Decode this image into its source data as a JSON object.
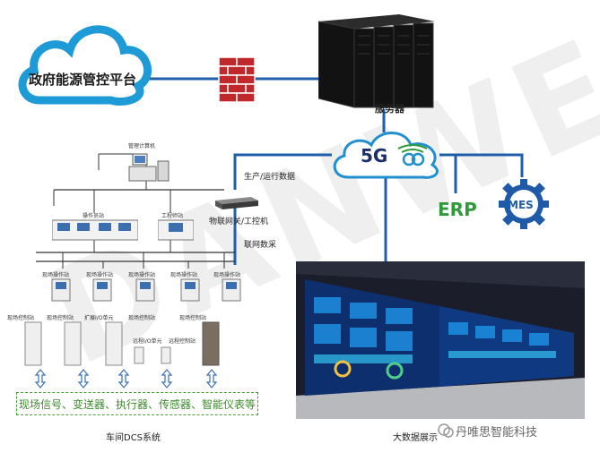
{
  "watermark": "DANWELL",
  "top": {
    "cloud_label": "政府能源管控平台",
    "server_label": "服务器"
  },
  "hub": {
    "label_5g": "5G",
    "erp": "ERP",
    "mes": "MES"
  },
  "links": {
    "production_data": "生产/运行数据",
    "gateway": "物联网关/工控机",
    "iot_collect": "联网数采"
  },
  "dcs": {
    "mgmt_computer": "管理计算机",
    "operator_station": "操作员站",
    "engineer_station": "工程师站",
    "field_ops": [
      "现场操作站",
      "现场操作站",
      "现场操作站",
      "现场操作站",
      "现场操作站"
    ],
    "field_control_1": "现场控制站",
    "field_control_2": "现场控制站",
    "expansion_io": "扩展I/O单元",
    "field_control_3": "现场控制站",
    "field_control_4": "现场控制站",
    "remote_io": "远程I/O单元",
    "remote_control": "远程控制站",
    "signals": "现场信号、变送器、执行器、传感器、智能仪表等",
    "caption": "车间DCS系统"
  },
  "screen": {
    "caption": "大数据展示",
    "brand": "丹唯思智能科技"
  },
  "colors": {
    "link_blue": "#1f5fa8",
    "cloud_blue": "#1e9ad6",
    "erp_green": "#2e9b3a",
    "mes_blue": "#1e5aa8",
    "firewall_red": "#c0282b"
  }
}
